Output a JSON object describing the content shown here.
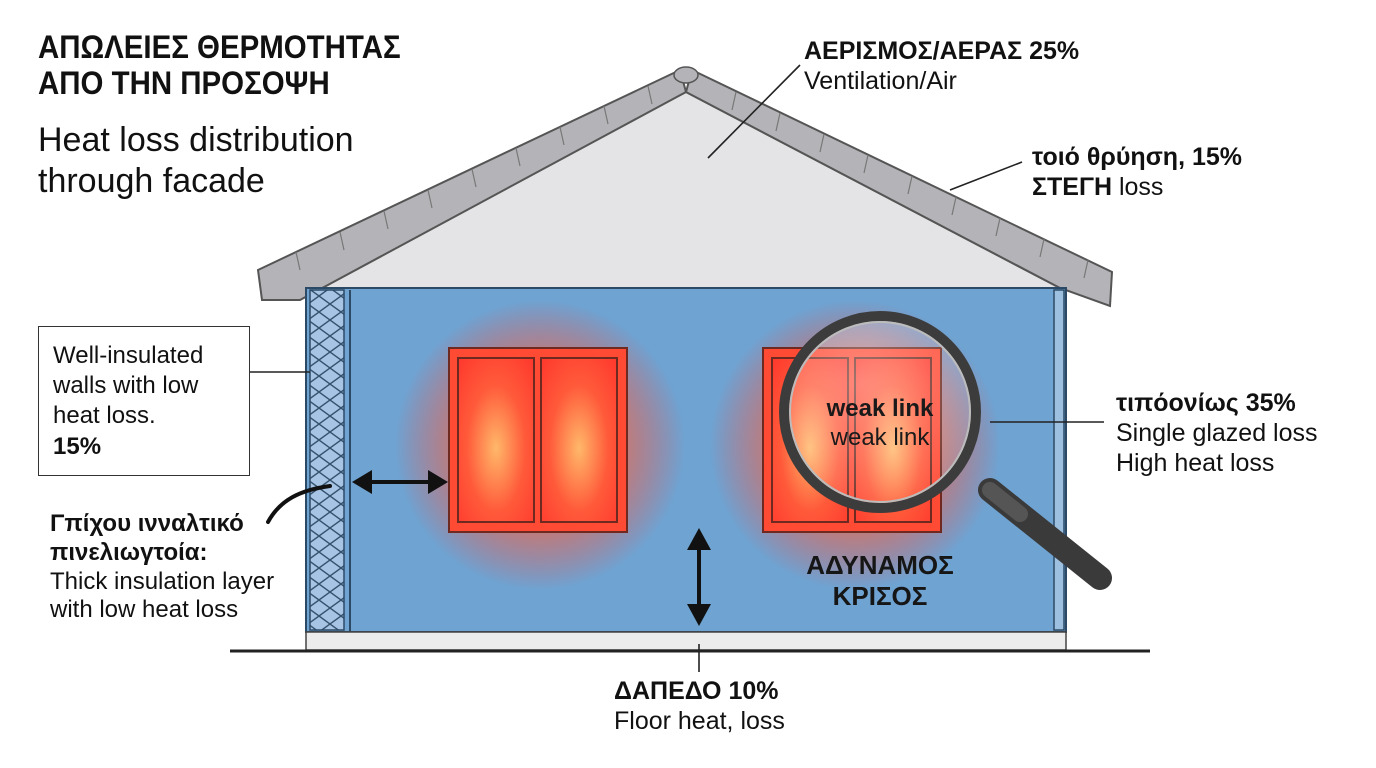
{
  "title": {
    "greek_line1": "ΑΠΩΛΕΙΕΣ ΘΕΡΜΟΤΗΤΑΣ",
    "greek_line2": "ΑΠΟ ΤΗΝ ΠΡΟΣΟΨΗ",
    "english_line1": "Heat loss distribution",
    "english_line2": "through facade"
  },
  "labels": {
    "ventilation": {
      "greek": "ΑΕΡΙΣΜΟΣ/ΑΕΡΑΣ 25%",
      "english": "Ventilation/Air"
    },
    "roof": {
      "greek": "τοιό θρύηση, 15%",
      "greek2": "ΣΤΕΓΗ",
      "english2": " loss"
    },
    "walls": {
      "line1": "Well-insulated",
      "line2": "walls with low",
      "line3": "heat loss.",
      "percent": "15%"
    },
    "insulation": {
      "greek1": "Γπίχου ινναλτικό",
      "greek2": "πινελιωγτοία:",
      "english1": "Thick insulation layer",
      "english2": "with low heat loss"
    },
    "windows": {
      "greek": "τιπόονίως 35%",
      "english1": "Single glazed loss",
      "english2": "High heat loss"
    },
    "weak_link": {
      "bold": "weak link",
      "normal": "weak link"
    },
    "weak_point": {
      "line1": "ΑΔΥΝΑΜΟΣ",
      "line2": "ΚΡΙΣΟΣ"
    },
    "floor": {
      "greek": "ΔΑΠΕΔΟ 10%",
      "english": "Floor heat, loss"
    }
  },
  "colors": {
    "wall_blue": "#6fa3d2",
    "roof_gray": "#e4e4e6",
    "tile_gray": "#a6a6aa",
    "window_red": "#ff3b2e",
    "glow_orange": "#ffb36b",
    "insulation": "#a7c4e4"
  }
}
